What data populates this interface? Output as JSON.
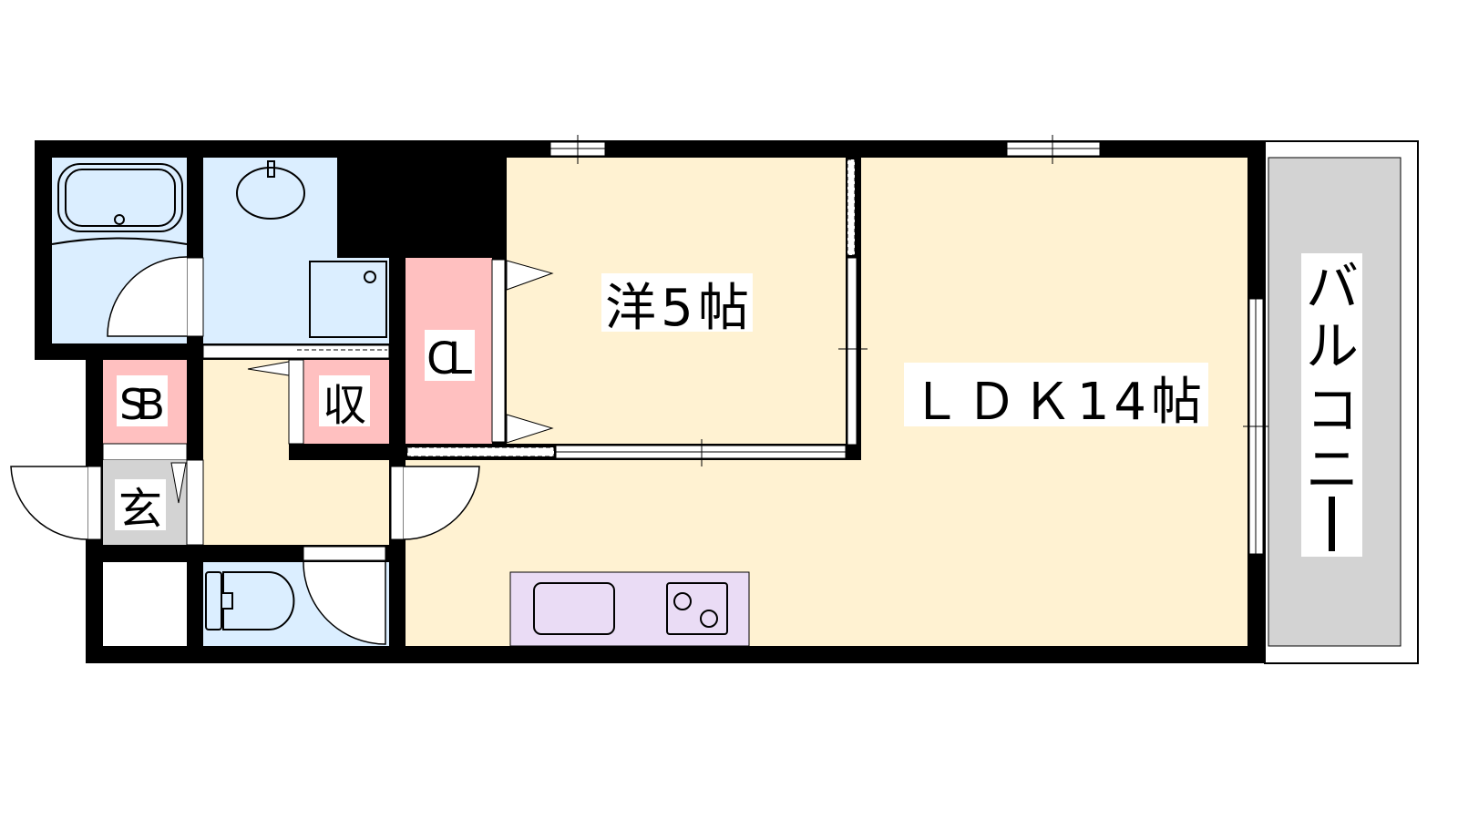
{
  "rooms": {
    "western": "洋5帖",
    "ldk": "ＬＤＫ14帖",
    "closet": "CL",
    "shoe_box": "SB",
    "storage": "収",
    "entrance": "玄",
    "balcony": [
      "バ",
      "ル",
      "コ",
      "ニ",
      "ー"
    ]
  },
  "colors": {
    "wall": "#000000",
    "living": "#fff2d2",
    "wet": "#dbeeff",
    "storage": "#ffc0c0",
    "entrance": "#d3d3d3",
    "kitchen": "#eadcf5",
    "balcony": "#d3d3d3"
  },
  "icons": [
    "bathtub-icon",
    "sink-icon",
    "washer-pan-icon",
    "toilet-icon",
    "kitchen-sink-icon",
    "stove-icon"
  ]
}
